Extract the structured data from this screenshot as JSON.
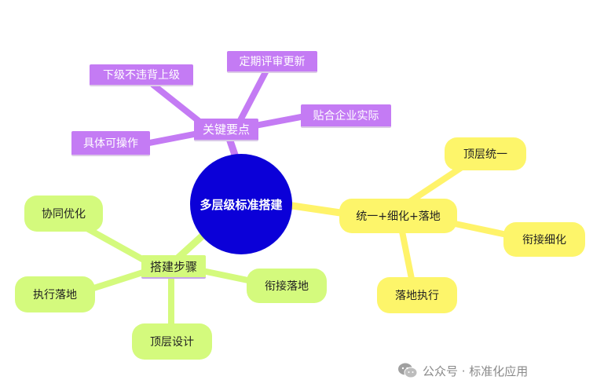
{
  "colors": {
    "center": "#0b00d8",
    "purple": "#c47bf4",
    "purple_line": "#c47bf4",
    "yellow": "#fdf56a",
    "yellow_line": "#fff36a",
    "green": "#d4fa7d",
    "green_line": "#d4fa7d"
  },
  "center": {
    "label": "多层级标准搭建"
  },
  "branches": [
    {
      "id": "key-points",
      "label": "关键要点",
      "color": "purple",
      "children": [
        "下级不违背上级",
        "定期评审更新",
        "贴合企业实际",
        "具体可操作"
      ]
    },
    {
      "id": "unify",
      "label": "统一+细化+落地",
      "color": "yellow",
      "children": [
        "顶层统一",
        "衔接细化",
        "落地执行"
      ]
    },
    {
      "id": "steps",
      "label": "搭建步骤",
      "color": "green",
      "children": [
        "协同优化",
        "执行落地",
        "顶层设计",
        "衔接落地"
      ]
    }
  ],
  "watermark": {
    "icon": "wechat-icon",
    "text": "公众号 · 标准化应用"
  }
}
